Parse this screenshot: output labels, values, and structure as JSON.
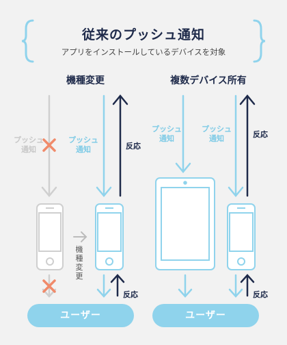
{
  "title": "従来のプッシュ通知",
  "subtitle": "アプリをインストールしているデバイスを対象",
  "left": {
    "heading": "機種変更",
    "old_push_label": "プッシュ\n通知",
    "new_push_label": "プッシュ\n通知",
    "reaction_label": "反応",
    "migrate_label": "機種変更",
    "bottom_reaction_label": "反応",
    "user_label": "ユーザー"
  },
  "right": {
    "heading": "複数デバイス所有",
    "tablet_push_label": "プッシュ\n通知",
    "phone_push_label": "プッシュ\n通知",
    "reaction_label": "反応",
    "bottom_reaction_label": "反応",
    "user_label": "ユーザー"
  },
  "colors": {
    "background": "#f2f2f2",
    "brace": "#8fd3ec",
    "push_arrow": "#8fd3ec",
    "reaction_arrow": "#1e2a4a",
    "blocked_arrow": "#cfcfcf",
    "cross": "#f08a6a",
    "pill": "#8fd3ec"
  },
  "icons": [
    "left-brace-icon",
    "right-brace-icon",
    "cross-icon",
    "smartphone-icon",
    "tablet-icon",
    "arrow-right-icon"
  ]
}
